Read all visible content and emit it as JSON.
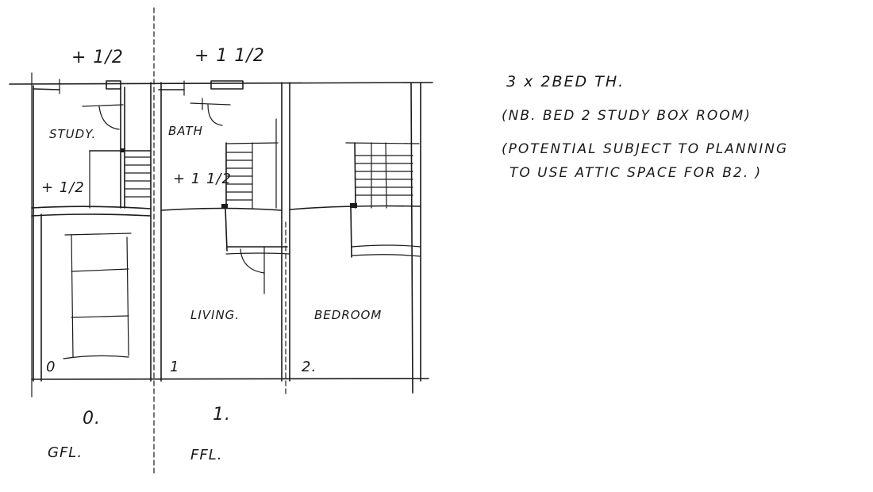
{
  "sketch": {
    "type": "architectural floor plan sketch",
    "ink_color": "#1a1a1a",
    "background": "#ffffff"
  },
  "plan": {
    "top_annotations": [
      "+ 1/2",
      "+ 1 1/2"
    ],
    "panel_0": {
      "room_label": "STUDY.",
      "dimension_note": "+ 1/2",
      "corner_number": "0",
      "level_number": "0.",
      "level_name": "GFL."
    },
    "panel_1": {
      "room_label_upper": "BATH",
      "dimension_note": "+ 1 1/2",
      "room_label_lower": "LIVING.",
      "corner_number": "1",
      "level_number": "1.",
      "level_name": "FFL."
    },
    "panel_2": {
      "room_label": "BEDROOM",
      "corner_number": "2."
    }
  },
  "notes": {
    "line_1": "3 x  2BED TH.",
    "line_2": "(NB. BED 2  STUDY  BOX ROOM)",
    "line_3": "(POTENTIAL  SUBJECT  TO PLANNING",
    "line_4": "TO USE ATTIC  SPACE FOR B2.  )"
  }
}
